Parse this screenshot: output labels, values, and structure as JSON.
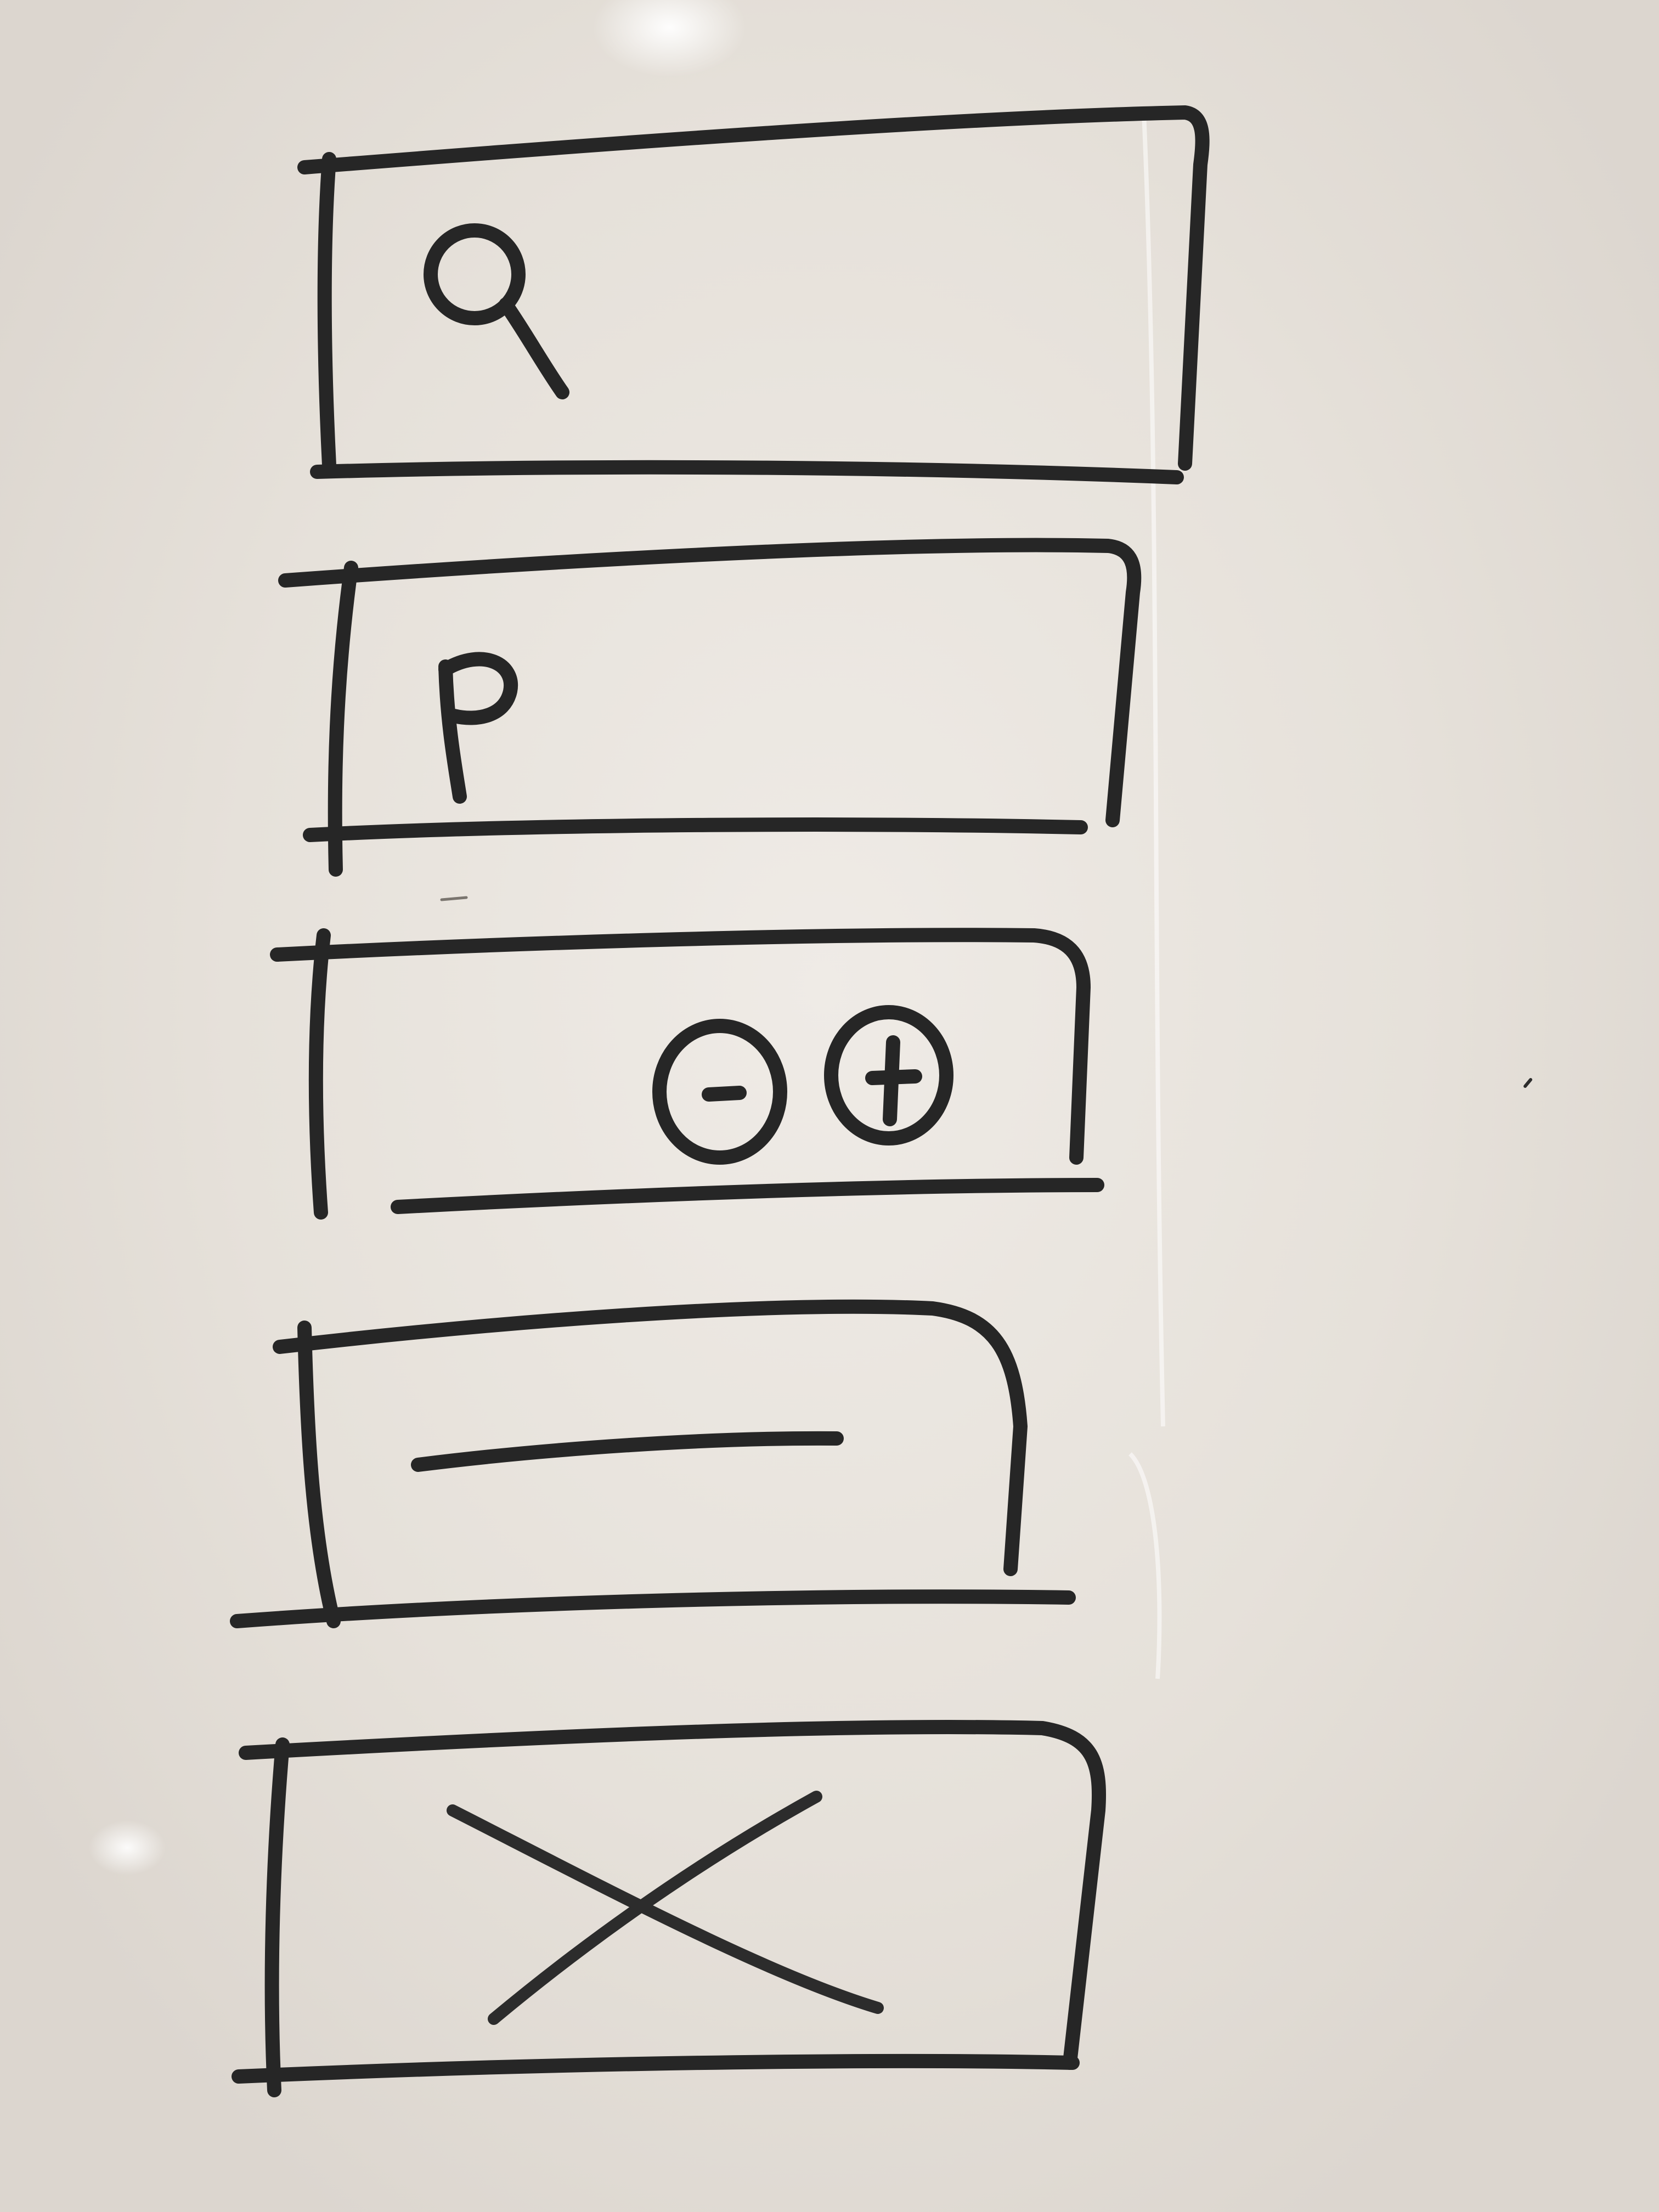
{
  "sketch": {
    "panels": [
      {
        "id": "search-panel",
        "icon": "search-icon",
        "label": ""
      },
      {
        "id": "p-panel",
        "icon": "letter-p",
        "label": "P"
      },
      {
        "id": "zoom-panel",
        "icon": "zoom-controls",
        "label": ""
      },
      {
        "id": "line-panel",
        "icon": "horizontal-line",
        "label": ""
      },
      {
        "id": "close-panel",
        "icon": "close-icon",
        "label": ""
      }
    ]
  },
  "colors": {
    "board": "#e8e4df",
    "marker": "#262626"
  }
}
